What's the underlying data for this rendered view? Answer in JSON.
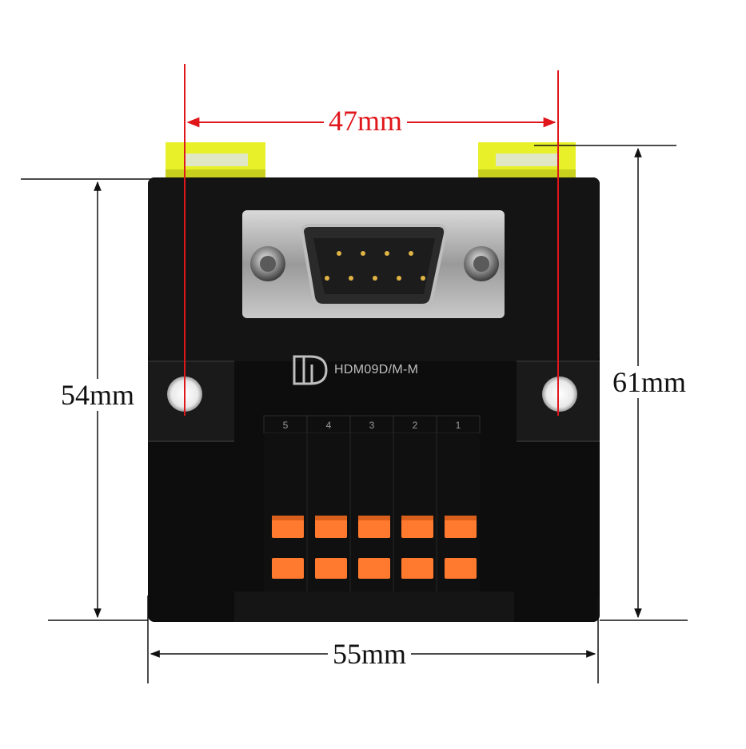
{
  "dimensions": {
    "top_width": "47mm",
    "bottom_width": "55mm",
    "left_height": "54mm",
    "right_height": "61mm"
  },
  "device": {
    "model": "HDM09D/M-M",
    "connector": "DB9 male",
    "terminal_numbers": [
      "5",
      "4",
      "3",
      "2",
      "1"
    ]
  },
  "colors": {
    "dimension_red": "#e0161b",
    "body": "#0d0d0d",
    "clip": "#e8f02a",
    "spring_lever": "#ff7a2e"
  }
}
